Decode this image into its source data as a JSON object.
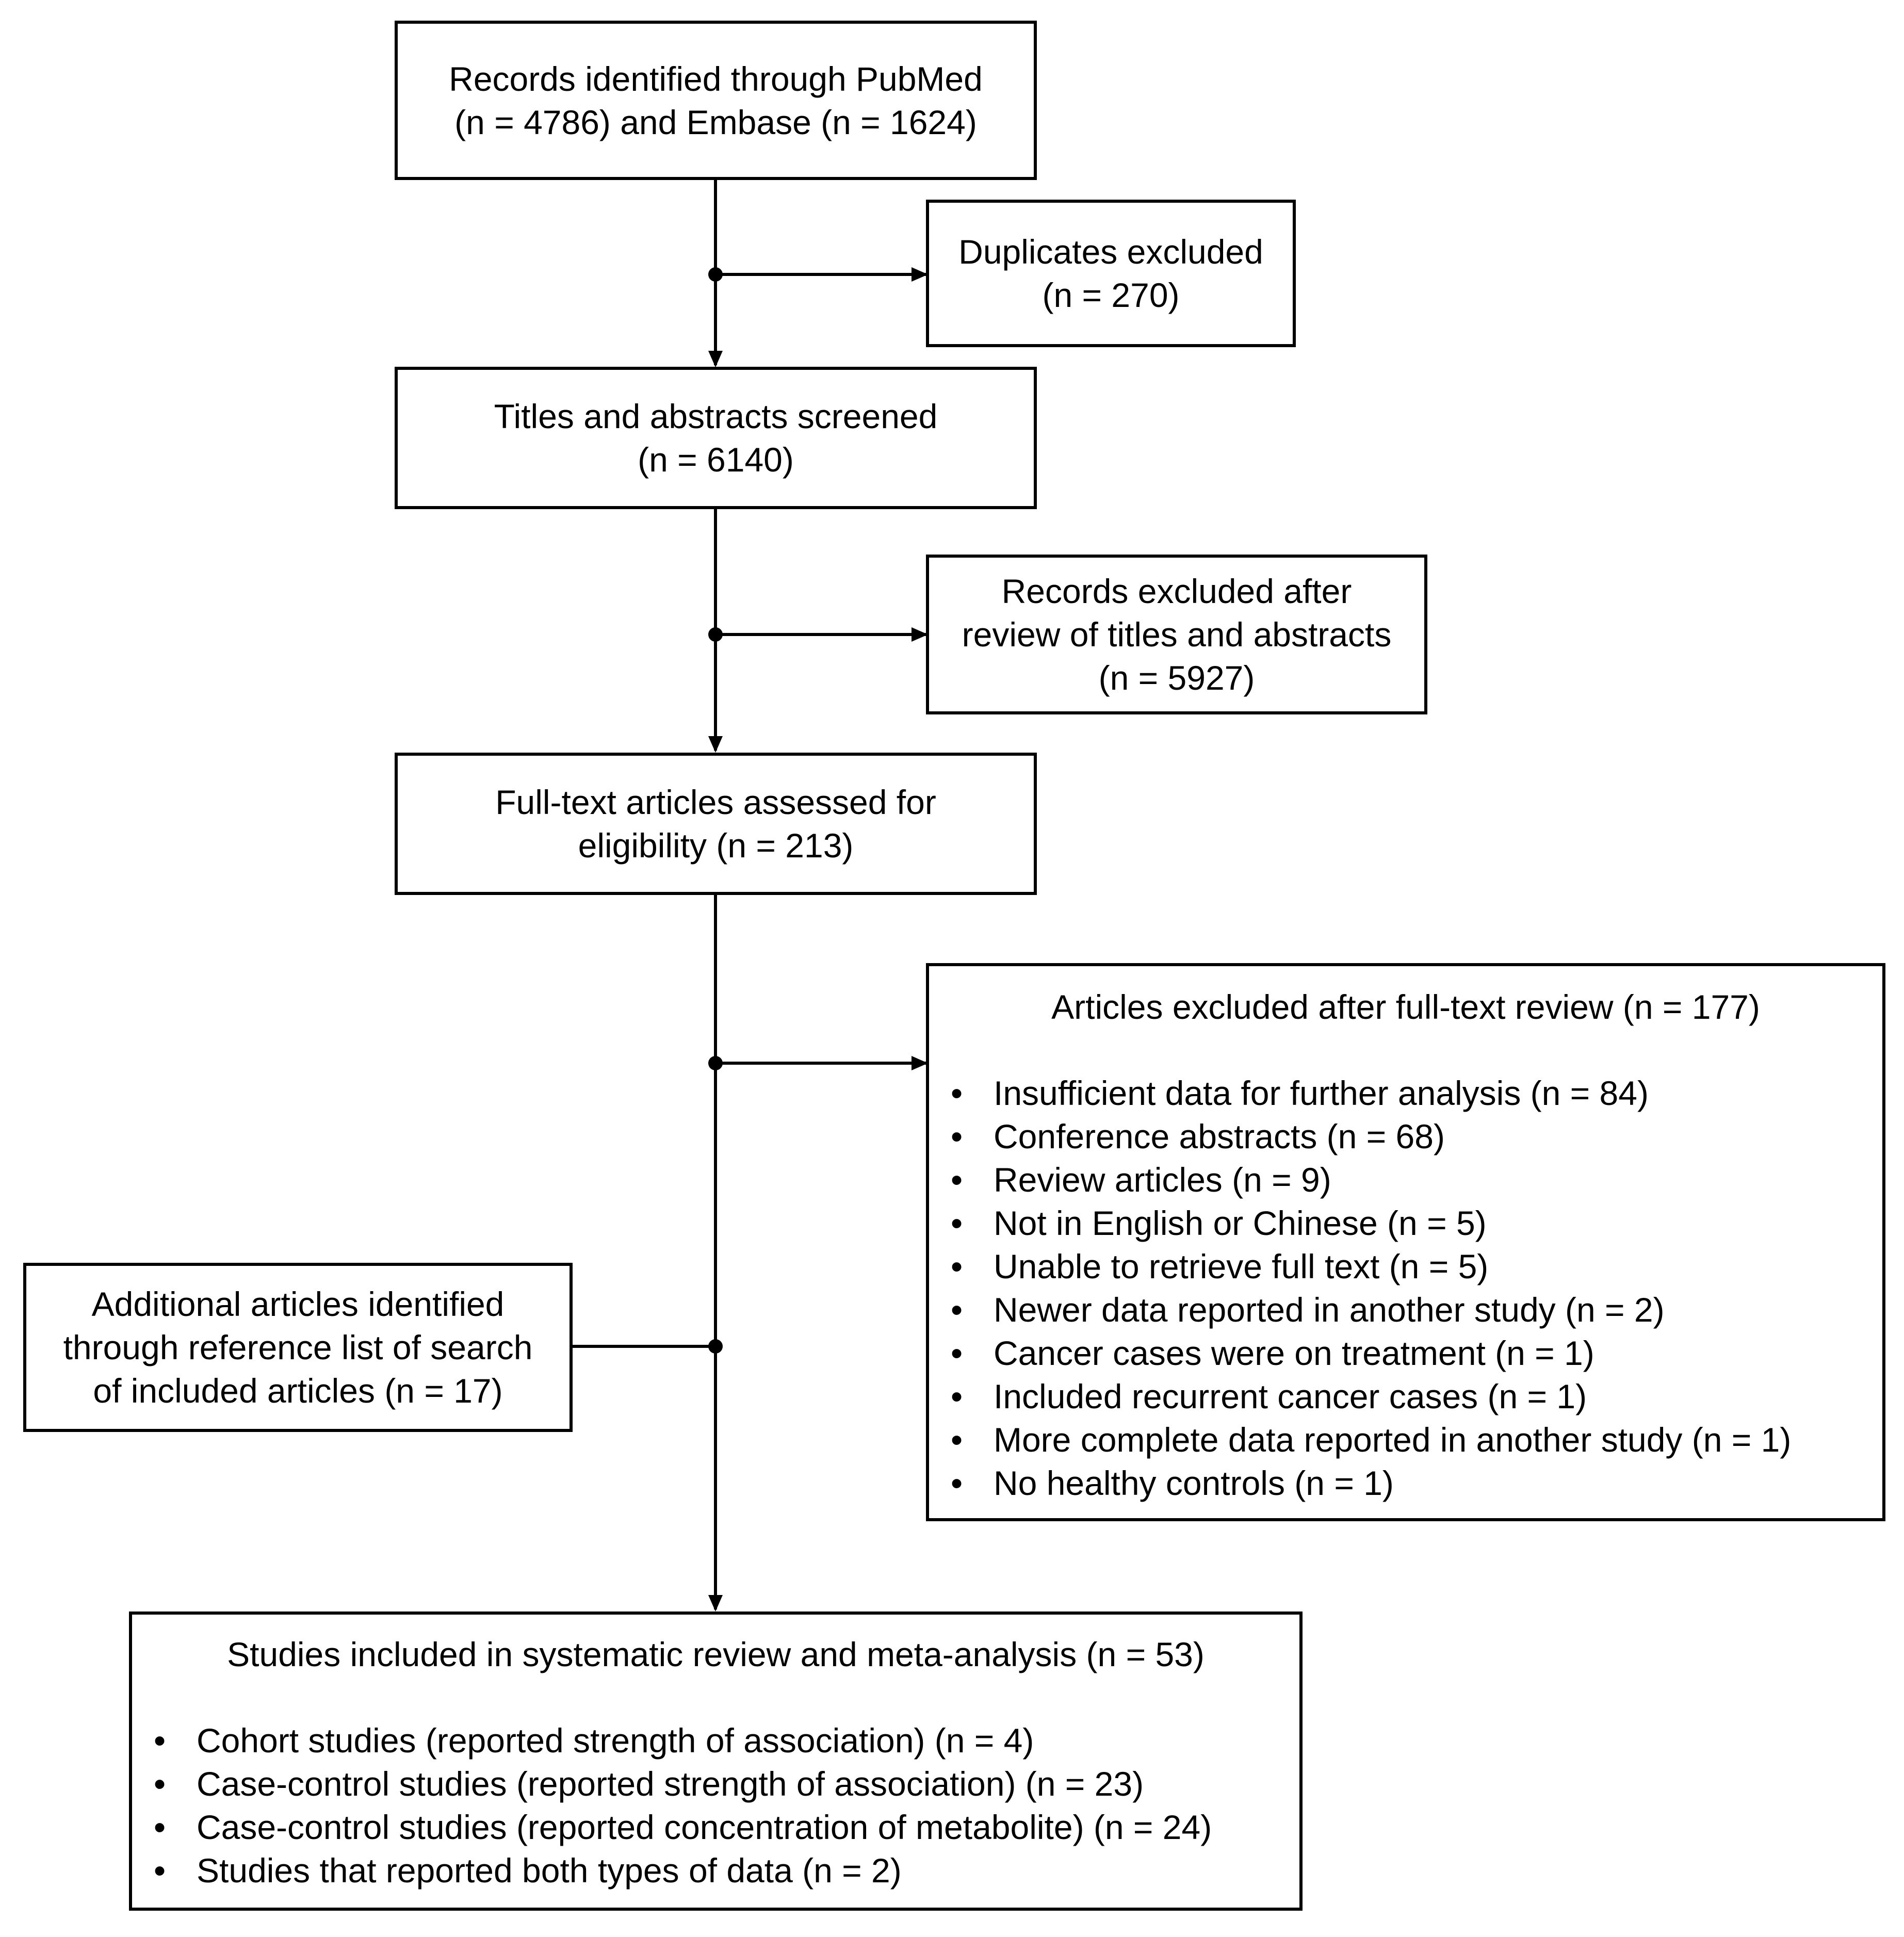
{
  "flow": {
    "identified": [
      "Records identified through PubMed",
      "(n = 4786) and Embase (n = 1624)"
    ],
    "duplicates": [
      "Duplicates excluded",
      "(n = 270)"
    ],
    "screened": [
      "Titles and abstracts screened",
      "(n = 6140)"
    ],
    "excluded_abstracts": [
      "Records excluded after",
      "review of titles and abstracts",
      "(n = 5927)"
    ],
    "fulltext": [
      "Full-text articles assessed for",
      "eligibility (n = 213)"
    ],
    "excluded_fulltext": {
      "heading": "Articles excluded after full-text review (n = 177)",
      "items": [
        "Insufficient data for further analysis (n = 84)",
        "Conference abstracts (n = 68)",
        "Review articles (n = 9)",
        "Not in English or Chinese (n = 5)",
        "Unable to retrieve full text (n = 5)",
        "Newer data reported in another study (n = 2)",
        "Cancer cases were on treatment (n = 1)",
        "Included recurrent cancer cases (n = 1)",
        "More complete data reported in another study (n = 1)",
        "No healthy controls (n = 1)"
      ]
    },
    "additional": [
      "Additional articles identified",
      "through reference list of search",
      "of included articles (n = 17)"
    ],
    "included": {
      "heading": "Studies included in systematic review and meta-analysis (n = 53)",
      "items": [
        "Cohort studies (reported strength of association) (n = 4)",
        "Case-control studies (reported strength of association) (n = 23)",
        "Case-control studies (reported concentration of metabolite) (n = 24)",
        "Studies that reported both types of data (n = 2)"
      ]
    }
  }
}
